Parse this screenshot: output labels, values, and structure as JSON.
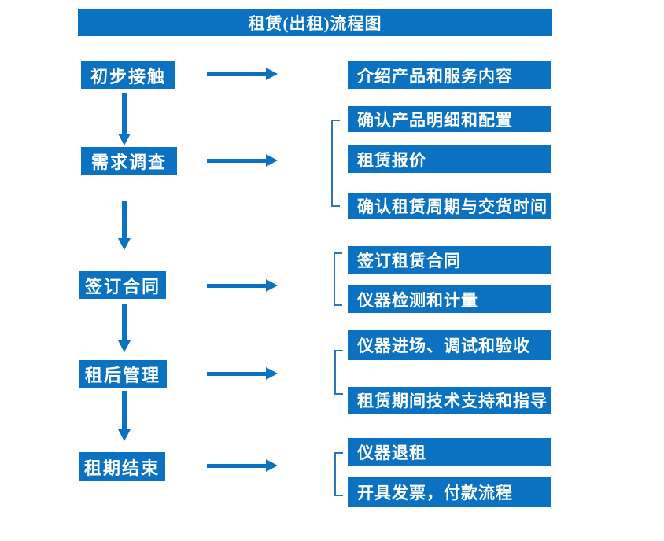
{
  "title": "租赁(出租)流程图",
  "colors": {
    "box_blue": "#0a72c0",
    "arrow_blue": "#0a72c0",
    "bracket_blue": "#2e75b6",
    "text_white": "#ffffff"
  },
  "steps": [
    {
      "label": "初步接触",
      "details": [
        "介绍产品和服务内容"
      ]
    },
    {
      "label": "需求调查",
      "details": [
        "确认产品明细和配置",
        "租赁报价",
        "确认租赁周期与交货时间"
      ]
    },
    {
      "label": "签订合同",
      "details": [
        "签订租赁合同",
        "仪器检测和计量"
      ]
    },
    {
      "label": "租后管理",
      "details": [
        "仪器进场、调试和验收",
        "租赁期间技术支持和指导"
      ]
    },
    {
      "label": "租期结束",
      "details": [
        "仪器退租",
        "开具发票，付款流程"
      ]
    }
  ]
}
